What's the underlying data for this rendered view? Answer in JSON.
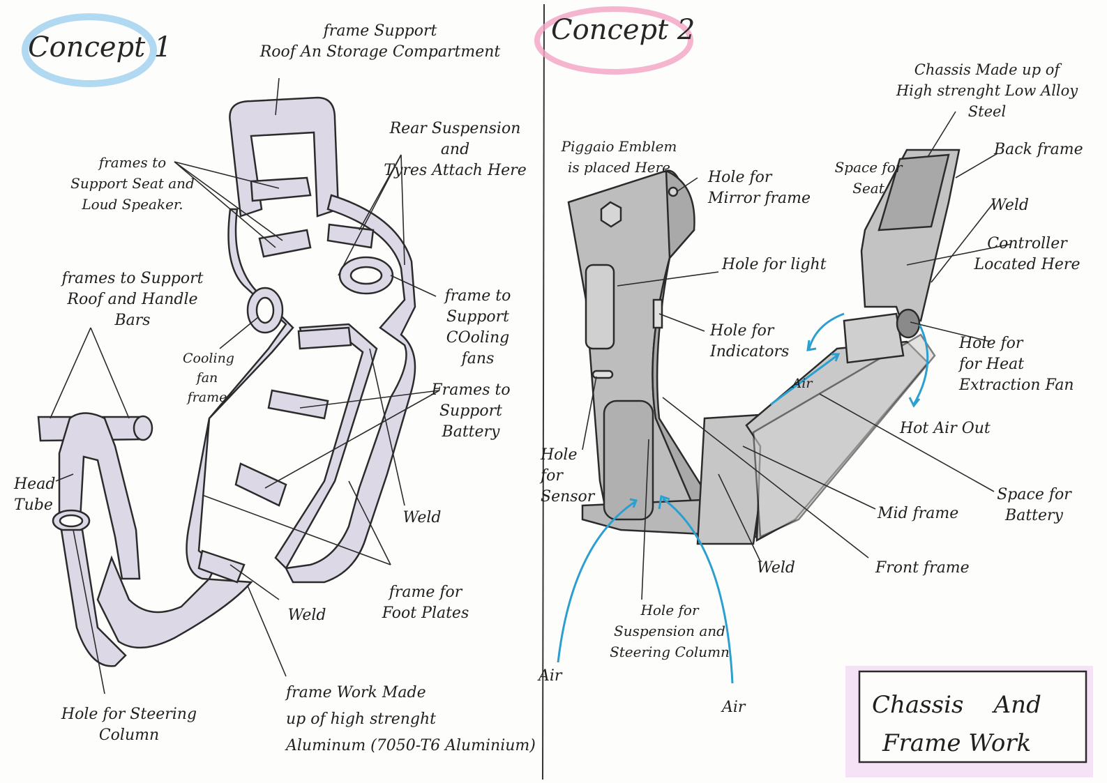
{
  "concept1": {
    "heading": "Concept 1",
    "labels": {
      "frame_support": "frame Support\nRoof An Storage Compartment",
      "frames_seat": "frames to\nSupport Seat and\nLoud Speaker.",
      "rear_suspension": "Rear Suspension and\nTyres Attach Here",
      "frames_roof": "frames to Support\nRoof and Handle\nBars",
      "cooling_fan_frame": "Cooling\nfan\nframe",
      "frame_cooling_fans": "frame to\nSupport COoling\nfans",
      "frames_battery": "Frames to\nSupport\nBattery",
      "head_tube": "Head\nTube",
      "weld_right": "Weld",
      "weld_bottom": "Weld",
      "foot_plates": "frame for\nFoot Plates",
      "steering_column": "Hole for Steering\nColumn",
      "framework": "frame Work Made\nup of high strenght\nAluminum  (7050-T6 Aluminium)"
    }
  },
  "concept2": {
    "heading": "Concept 2",
    "labels": {
      "chassis_steel": "Chassis Made up of\nHigh strenght Low Alloy\nSteel",
      "piaggio": "Piggaio Emblem\nis placed Here",
      "mirror": "Hole for\nMirror frame",
      "space_seat": "Space for\nSeat",
      "back_frame": "Back frame",
      "weld_top": "Weld",
      "controller": "Controller\nLocated Here",
      "hole_light": "Hole for light",
      "hole_indicators": "Hole for\nIndicators",
      "air_mid": "Air",
      "heat_fan": "Hole for\nfor Heat\nExtraction Fan",
      "hot_air": "Hot Air Out",
      "hole_sensor": "Hole for\nSensor",
      "space_battery": "Space for\nBattery",
      "mid_frame": "Mid frame",
      "weld_bottom": "Weld",
      "front_frame": "Front frame",
      "suspension": "Hole for\nSuspension and\nSteering Column",
      "air_left": "Air",
      "air_right": "Air"
    }
  },
  "title_box": {
    "line1": "Chassis    And",
    "line2": "Frame Work"
  },
  "colors": {
    "concept1_accent": "#9fcff0",
    "concept2_accent": "#f2a3c4",
    "title_accent": "#e6a6ec",
    "air_arrow": "#2a9fd0",
    "frame_fill": "#dcd8e6",
    "chassis_fill": "#c9c9c9"
  }
}
